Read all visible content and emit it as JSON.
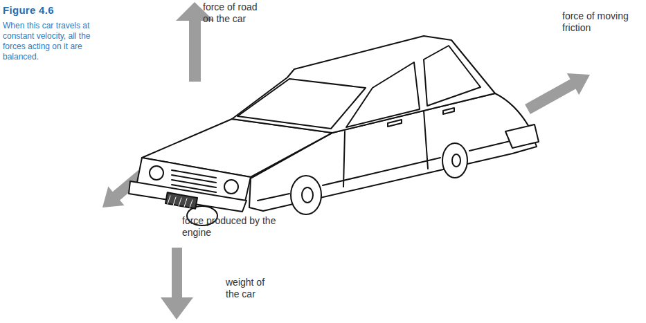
{
  "diagram": {
    "title": "Figure 4.6",
    "caption": "When this car travels at constant velocity, all the forces acting on it are balanced.",
    "labels": [
      "force of road on the car",
      "force of moving friction",
      "force produced by the engine",
      "weight of the car"
    ]
  }
}
